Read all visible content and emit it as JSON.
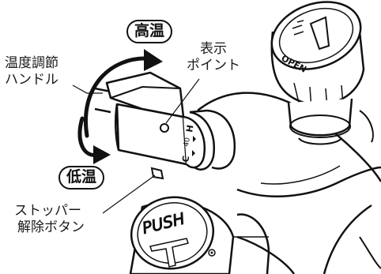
{
  "labels": {
    "high_temp": "高温",
    "low_temp": "低温",
    "temp_handle_line1": "温度調節",
    "temp_handle_line2": "ハンドル",
    "indicator_line1": "表示",
    "indicator_line2": "ポイント",
    "stopper_line1": "ストッパー",
    "stopper_line2": "解除ボタン"
  },
  "engraving": {
    "open_cap": "OPEN",
    "push_button": "PUSH",
    "dial_mark_high": "H",
    "dial_mark_40": "40",
    "dial_mark_c": "C"
  }
}
